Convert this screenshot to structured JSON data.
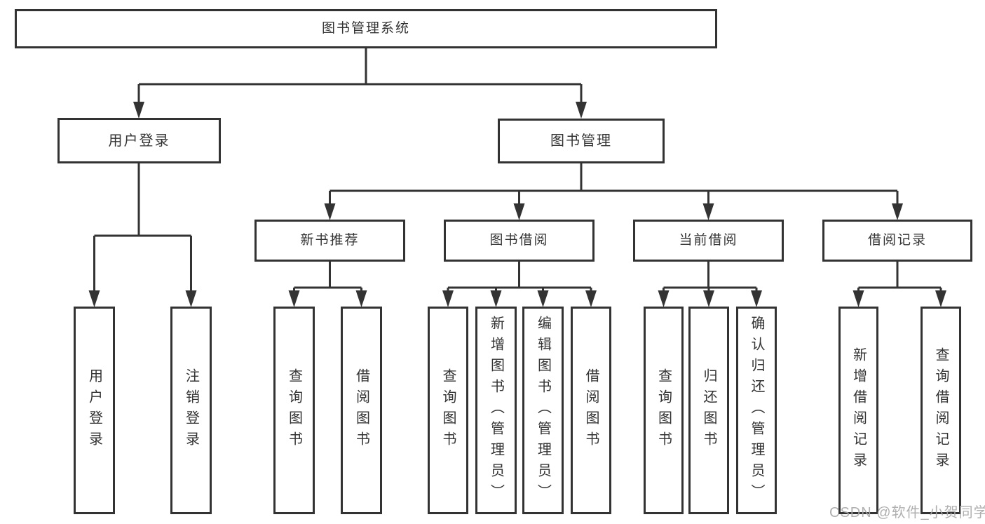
{
  "diagram": {
    "root": {
      "label": "图书管理系统"
    },
    "branches": [
      {
        "label": "用户登录"
      },
      {
        "label": "图书管理"
      }
    ],
    "modules": [
      {
        "label": "新书推荐",
        "parent": "图书管理"
      },
      {
        "label": "图书借阅",
        "parent": "图书管理"
      },
      {
        "label": "当前借阅",
        "parent": "图书管理"
      },
      {
        "label": "借阅记录",
        "parent": "图书管理"
      }
    ],
    "leaves": [
      {
        "label": "用户登录",
        "parent": "用户登录"
      },
      {
        "label": "注销登录",
        "parent": "用户登录"
      },
      {
        "label": "查询图书",
        "parent": "新书推荐"
      },
      {
        "label": "借阅图书",
        "parent": "新书推荐"
      },
      {
        "label": "查询图书",
        "parent": "图书借阅"
      },
      {
        "label": "新增图书（管理员）",
        "parent": "图书借阅"
      },
      {
        "label": "编辑图书（管理员）",
        "parent": "图书借阅"
      },
      {
        "label": "借阅图书",
        "parent": "图书借阅"
      },
      {
        "label": "查询图书",
        "parent": "当前借阅"
      },
      {
        "label": "归还图书",
        "parent": "当前借阅"
      },
      {
        "label": "确认归还（管理员）",
        "parent": "当前借阅"
      },
      {
        "label": "新增借阅记录",
        "parent": "借阅记录"
      },
      {
        "label": "查询借阅记录",
        "parent": "借阅记录"
      }
    ]
  },
  "watermark": {
    "text": "CSDN @软件_小贺同学"
  },
  "colors": {
    "line": "#333333",
    "box_border": "#333333",
    "text": "#333333",
    "watermark": "#a8a8a8",
    "background": "#ffffff"
  }
}
